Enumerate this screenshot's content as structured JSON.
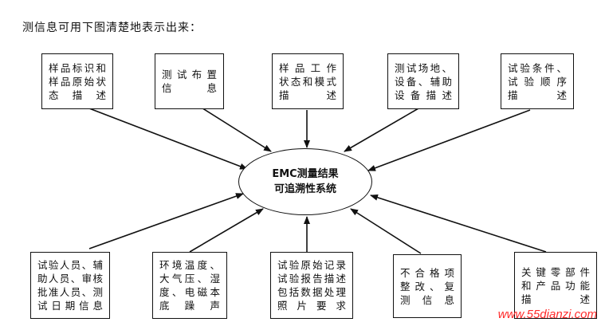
{
  "intro": "测信息可用下图清楚地表示出来：",
  "center": {
    "line1": "EMC测量结果",
    "line2": "可追溯性系统"
  },
  "top_boxes": [
    "样品标识和\n样品原始状\n态  描  述",
    "测试布置\n信    息",
    "样 品 工 作\n状态和模式\n描      述",
    "测试场地、\n设备、辅助\n设 备 描 述",
    "试验条件、\n试 验 顺 序\n描      述"
  ],
  "bottom_boxes": [
    "试验人员、辅\n助人员、审核\n批准人员、测\n试日期信息",
    "环境温度、\n大气压、湿\n度、电磁本\n底  躁  声",
    "试验原始记录\n试验报告描述\n包括数据处理\n照  片  要  求",
    "不合格项\n整改、复\n测 信 息",
    "关键零部件\n和产品功能\n描      述"
  ],
  "watermark": "www.55dianzi.com"
}
